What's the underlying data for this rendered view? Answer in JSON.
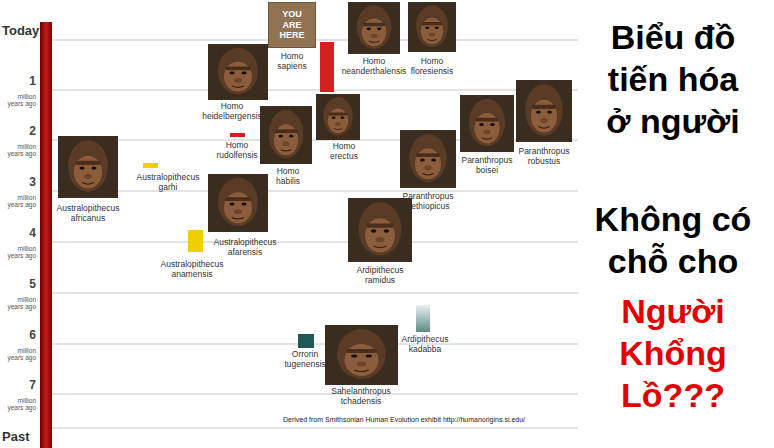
{
  "diagram": {
    "title": "Biểu đồ tiến hóa ở người",
    "caption": "Derived from Smithsonian Human Evolution exhibit http://humanorigins.si.edu/",
    "nodes": [
      {
        "text": [
          "YOU ARE HERE"
        ]
      }
    ],
    "labels": [
      "Today",
      "1",
      "million years ago",
      "2",
      "million years ago",
      "3",
      "million years ago",
      "4",
      "million years ago",
      "5",
      "million years ago",
      "6",
      "million years ago",
      "7",
      "million years ago",
      "Past",
      "Homo sapiens",
      "Homo neanderthalensis",
      "Homo floresiensis",
      "Homo heidelbergensis",
      "Homo rudolfensis",
      "Homo erectus",
      "Homo habilis",
      "Paranthropus boisei",
      "Paranthropus robustus",
      "Australopithecus africanus",
      "Australopithecus garhi",
      "Paranthropus aethiopicus",
      "Australopithecus afarensis",
      "Australopithecus anamensis",
      "Ardipithecus ramidus",
      "Ardipithecus kadabba",
      "Orrorin tugenensis",
      "Sahelanthropus tchadensis",
      "Không có chỗ cho",
      "Người Khổng Lồ???"
    ]
  }
}
